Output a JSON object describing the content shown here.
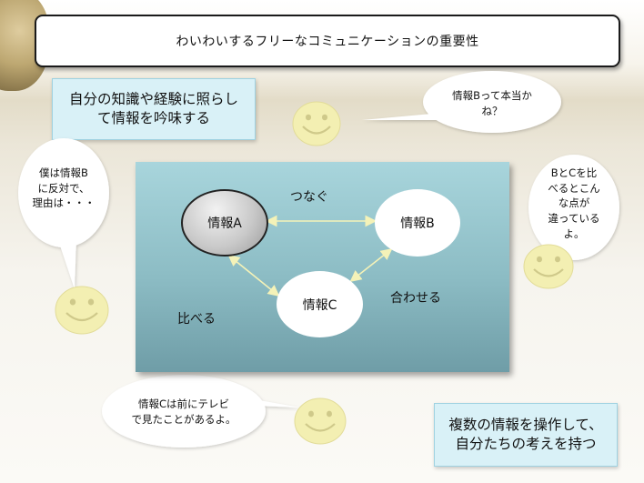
{
  "title": "わいわいするフリーなコミュニケーションの重要性",
  "top_box": {
    "line1": "自分の知識や経験に照らし",
    "line2": "て情報を吟味する"
  },
  "bottom_box": {
    "line1": "複数の情報を操作して、",
    "line2": "自分たちの考えを持つ"
  },
  "bubbles": {
    "top_right": {
      "line1": "情報Bって本当か",
      "line2": "ね？"
    },
    "left": {
      "line1": "僕は情報B",
      "line2": "に反対で、",
      "line3": "理由は・・・"
    },
    "right": {
      "line1": "BとCを比",
      "line2": "べるとこん",
      "line3": "な点が",
      "line4": "違っている",
      "line5": "よ。"
    },
    "bottom": {
      "line1": "情報Cは前にテレビ",
      "line2": "で見たことがあるよ。"
    }
  },
  "diagram": {
    "node_a": "情報A",
    "node_b": "情報B",
    "node_c": "情報C",
    "label_connect": "つなぐ",
    "label_combine": "合わせる",
    "label_compare": "比べる"
  },
  "colors": {
    "diagram_top": "#a8d5dc",
    "diagram_bottom": "#6f9da7",
    "info_box": "#d9f1f7",
    "face": "#f3efb2",
    "arrow": "#f4f2b8"
  },
  "icons": [
    "globe-image",
    "smiley-face-icon",
    "speech-bubble-shape"
  ]
}
